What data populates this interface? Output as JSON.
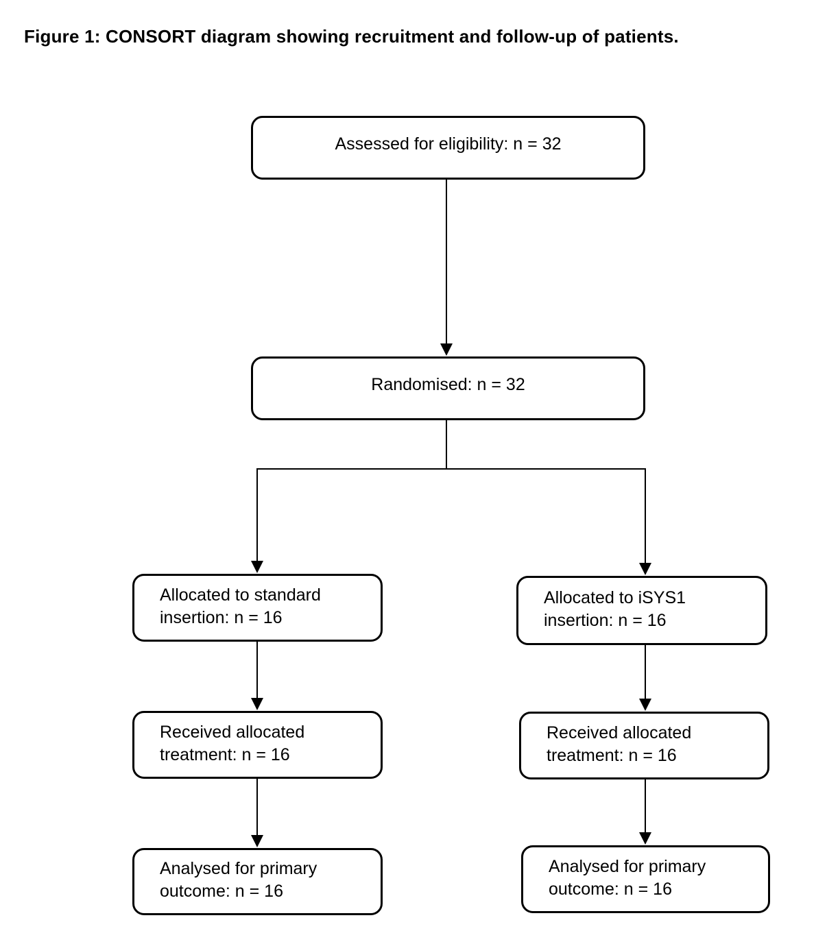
{
  "figure_caption": "Figure 1: CONSORT diagram showing recruitment and follow-up of patients.",
  "colors": {
    "background": "#ffffff",
    "box_border": "#000000",
    "text": "#000000",
    "connector": "#000000"
  },
  "diagram": {
    "type": "flowchart",
    "nodes": {
      "assessed": {
        "label": "Assessed for eligibility: n = 32",
        "n": 32
      },
      "randomised": {
        "label": "Randomised: n = 32",
        "n": 32
      },
      "allocated_standard": {
        "label": "Allocated to standard insertion: n = 16",
        "n": 16
      },
      "allocated_isys1": {
        "label": "Allocated to iSYS1 insertion: n = 16",
        "n": 16
      },
      "received_standard": {
        "label": "Received allocated treatment: n = 16",
        "n": 16
      },
      "received_isys1": {
        "label": "Received allocated treatment: n = 16",
        "n": 16
      },
      "analysed_standard": {
        "label": "Analysed for primary outcome: n = 16",
        "n": 16
      },
      "analysed_isys1": {
        "label": "Analysed for primary outcome: n = 16",
        "n": 16
      }
    },
    "edges": [
      {
        "from": "assessed",
        "to": "randomised"
      },
      {
        "from": "randomised",
        "to": "allocated_standard"
      },
      {
        "from": "randomised",
        "to": "allocated_isys1"
      },
      {
        "from": "allocated_standard",
        "to": "received_standard"
      },
      {
        "from": "allocated_isys1",
        "to": "received_isys1"
      },
      {
        "from": "received_standard",
        "to": "analysed_standard"
      },
      {
        "from": "received_isys1",
        "to": "analysed_isys1"
      }
    ]
  }
}
